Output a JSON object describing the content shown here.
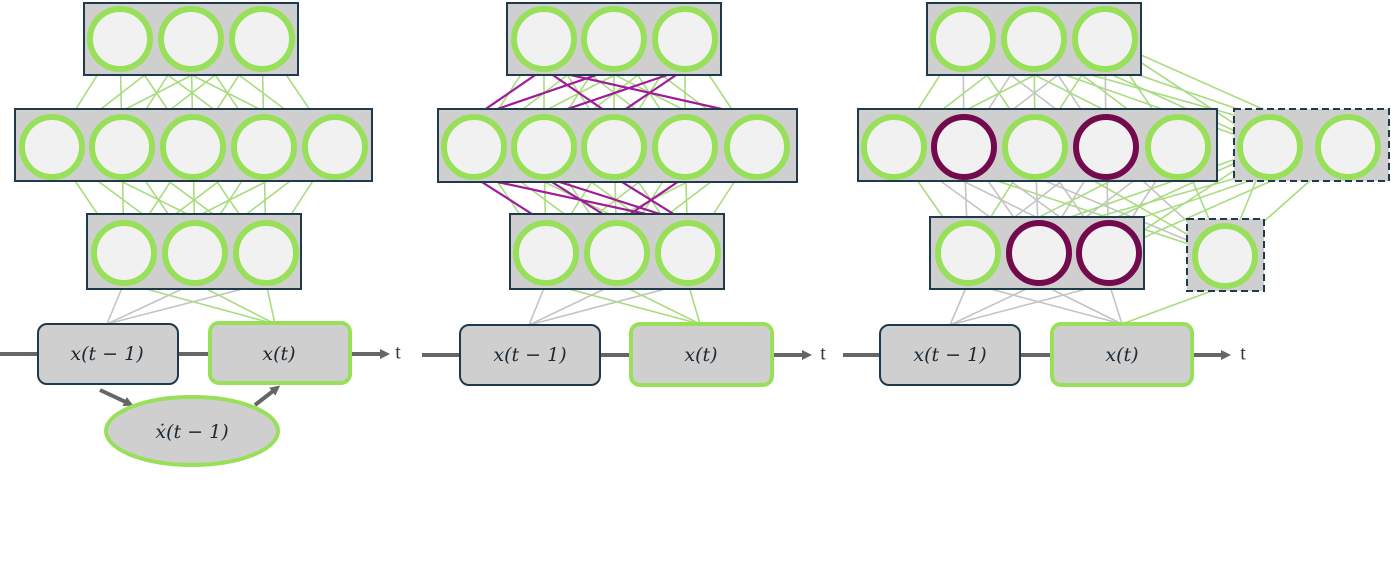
{
  "diagram": {
    "time_label": "t",
    "state_prev_label": "x(t − 1)",
    "state_curr_label": "x(t)",
    "derivative_label": "ẋ(t − 1)",
    "colors": {
      "node_green": "#99e05a",
      "node_fill": "#f1f1f1",
      "layer_fill": "#cfcfcf",
      "layer_border": "#1f3a4d",
      "edge_green": "#a9dc7f",
      "edge_gray": "#c4c4c4",
      "edge_purple": "#a01a9a",
      "node_pruned": "#730a4d",
      "arrow_gray": "#666666"
    },
    "panels": [
      {
        "name": "panel-derivative-model",
        "has_derivative_node": true
      },
      {
        "name": "panel-pruned-connections",
        "has_derivative_node": false
      },
      {
        "name": "panel-pruned-neurons",
        "has_derivative_node": false
      }
    ]
  }
}
